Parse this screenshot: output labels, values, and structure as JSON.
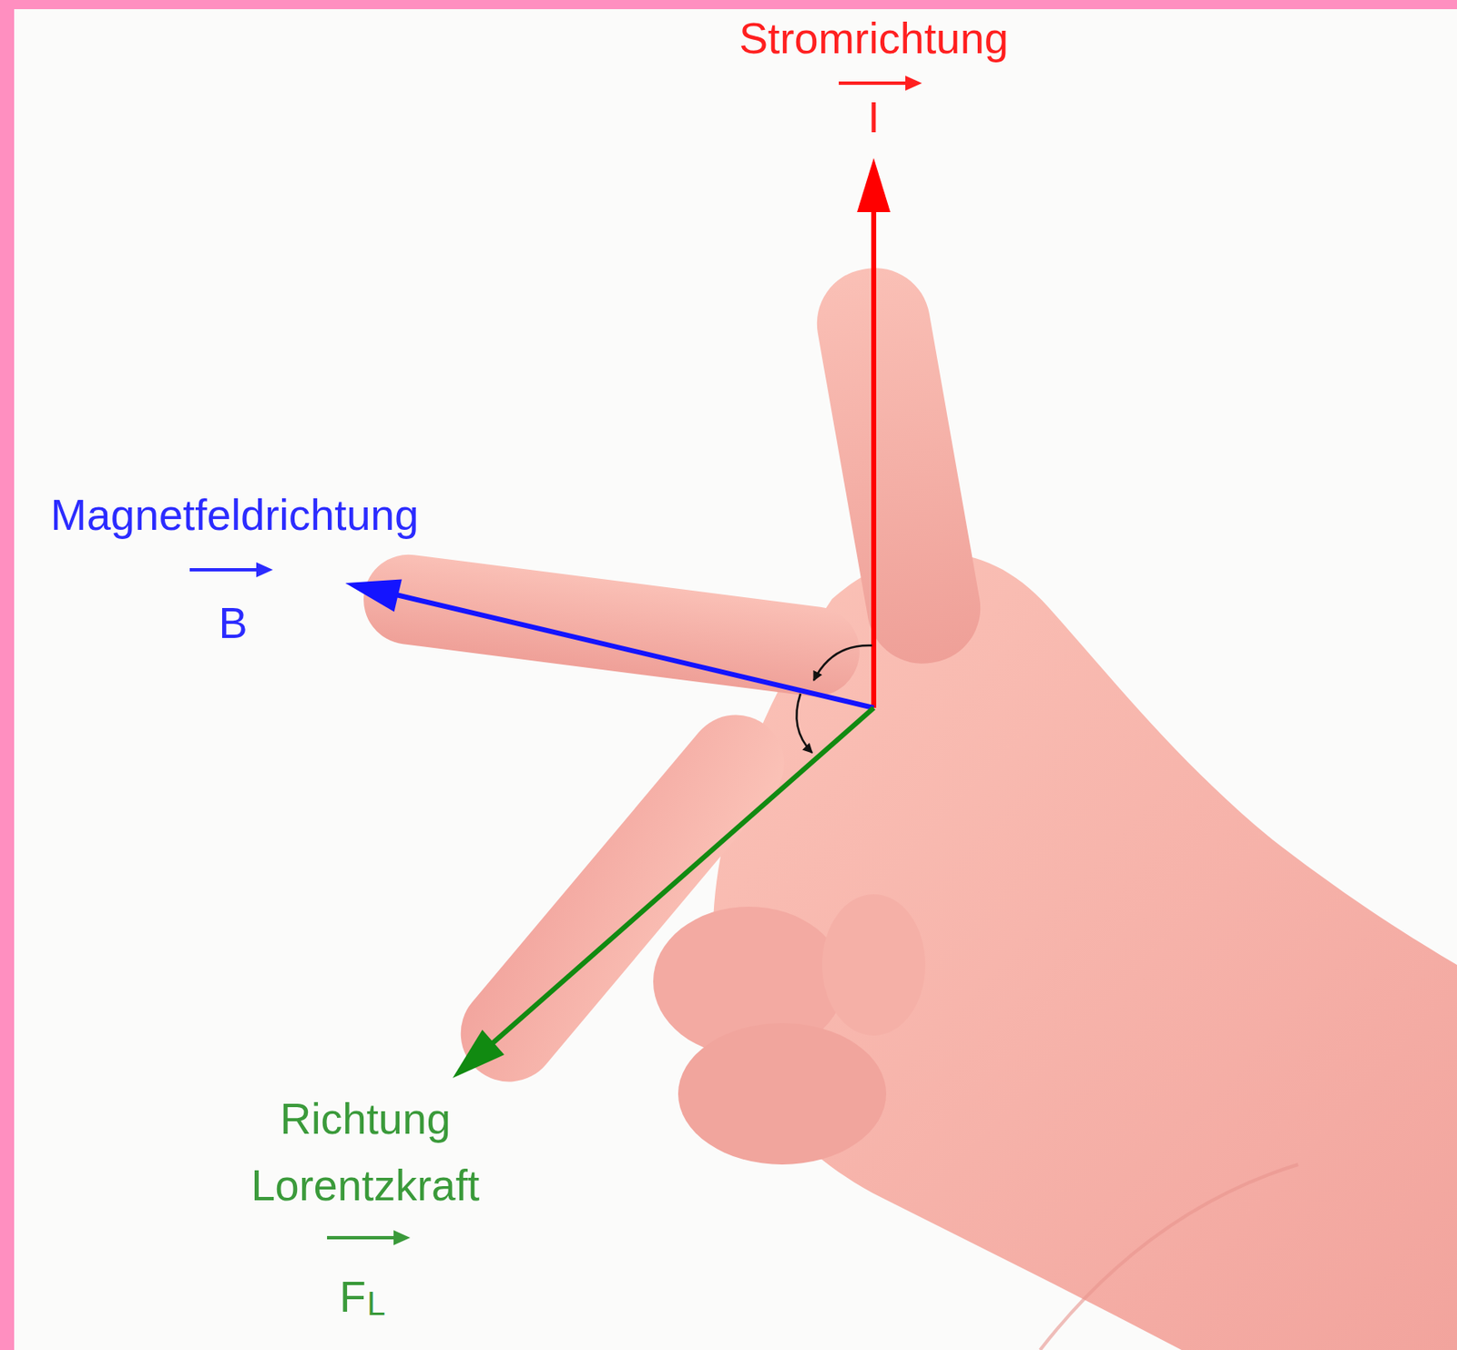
{
  "diagram": {
    "labels": [
      "Stromrichtung",
      "I",
      "Magnetfeldrichtung",
      "B",
      "Richtung Lorentzkraft",
      "F",
      "L"
    ]
  }
}
